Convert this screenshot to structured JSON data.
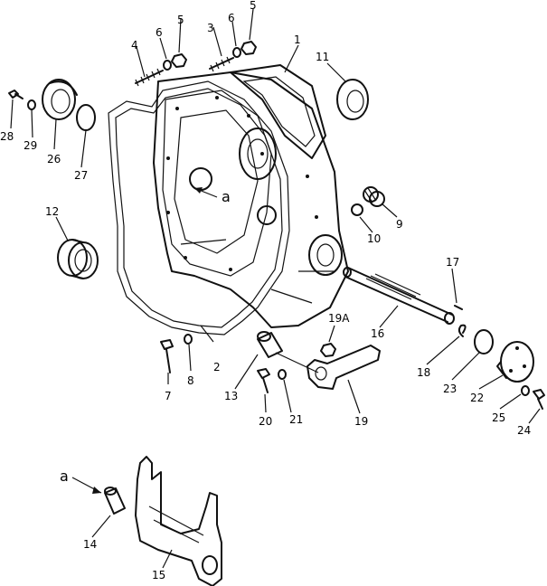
{
  "diagram": {
    "callouts": [
      {
        "id": "1",
        "text": "1"
      },
      {
        "id": "2",
        "text": "2"
      },
      {
        "id": "3",
        "text": "3"
      },
      {
        "id": "4",
        "text": "4"
      },
      {
        "id": "5a",
        "text": "5"
      },
      {
        "id": "5b",
        "text": "5"
      },
      {
        "id": "6a",
        "text": "6"
      },
      {
        "id": "6b",
        "text": "6"
      },
      {
        "id": "7",
        "text": "7"
      },
      {
        "id": "8",
        "text": "8"
      },
      {
        "id": "9",
        "text": "9"
      },
      {
        "id": "10",
        "text": "10"
      },
      {
        "id": "11",
        "text": "11"
      },
      {
        "id": "12",
        "text": "12"
      },
      {
        "id": "13",
        "text": "13"
      },
      {
        "id": "14",
        "text": "14"
      },
      {
        "id": "15",
        "text": "15"
      },
      {
        "id": "16",
        "text": "16"
      },
      {
        "id": "17",
        "text": "17"
      },
      {
        "id": "18",
        "text": "18"
      },
      {
        "id": "19",
        "text": "19"
      },
      {
        "id": "19A",
        "text": "19A"
      },
      {
        "id": "20",
        "text": "20"
      },
      {
        "id": "21",
        "text": "21"
      },
      {
        "id": "22",
        "text": "22"
      },
      {
        "id": "23",
        "text": "23"
      },
      {
        "id": "24",
        "text": "24"
      },
      {
        "id": "25",
        "text": "25"
      },
      {
        "id": "26",
        "text": "26"
      },
      {
        "id": "27",
        "text": "27"
      },
      {
        "id": "28",
        "text": "28"
      },
      {
        "id": "29",
        "text": "29"
      }
    ],
    "reference_marks": [
      {
        "id": "a_housing",
        "text": "a"
      },
      {
        "id": "a_bushing",
        "text": "a"
      }
    ]
  }
}
